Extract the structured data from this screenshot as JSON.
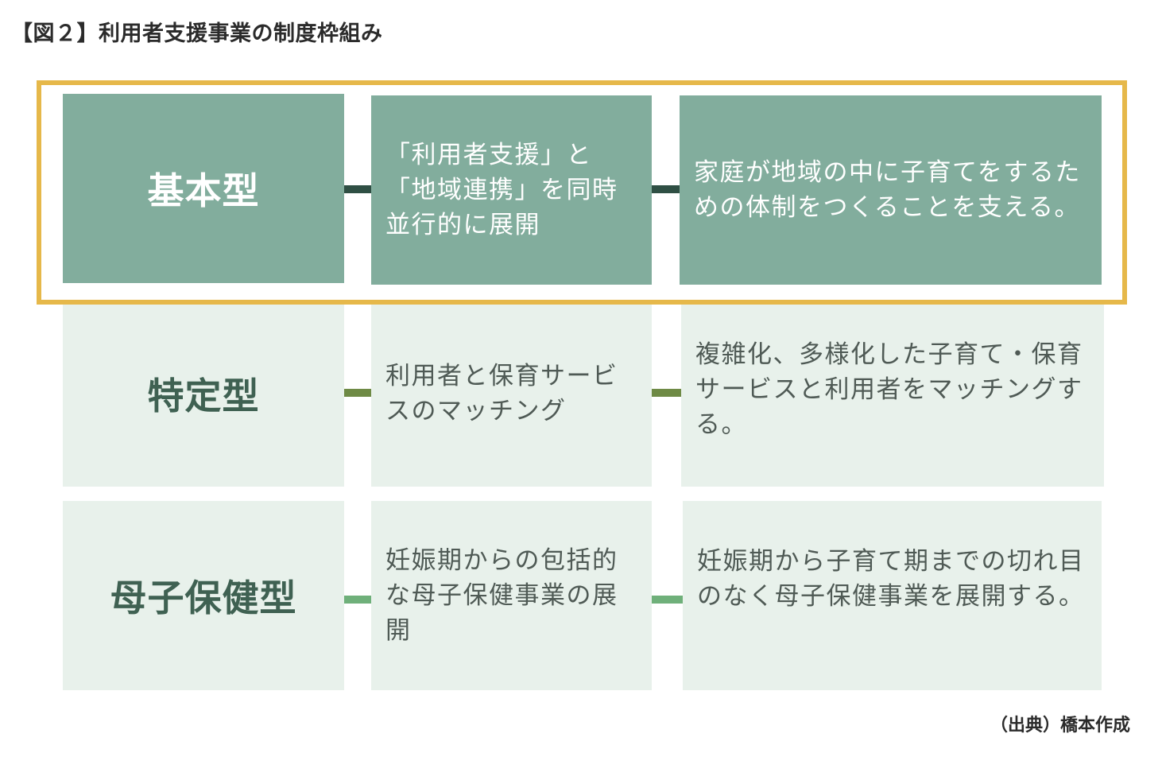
{
  "title": "【図２】利用者支援事業の制度枠組み",
  "source": "（出典）橋本作成",
  "colors": {
    "highlight_border": "#e6b84a",
    "basic_fill": "#82ad9d",
    "light_fill": "#e8f1eb",
    "connector_basic": "#2f4f44",
    "connector_specific": "#6e8a45",
    "connector_maternal": "#6fb07a"
  },
  "rows": [
    {
      "name": "基本型",
      "summary": "「利用者支援」と「地域連携」を同時並行的に展開",
      "description": "家庭が地域の中に子育てをするための体制をつくることを支える。",
      "highlighted": true
    },
    {
      "name": "特定型",
      "summary": "利用者と保育サービスのマッチング",
      "description": "複雑化、多様化した子育て・保育サービスと利用者をマッチングする。",
      "highlighted": false
    },
    {
      "name": "母子保健型",
      "summary": "妊娠期からの包括的な母子保健事業の展開",
      "description": "妊娠期から子育て期までの切れ目のなく母子保健事業を展開する。",
      "highlighted": false
    }
  ]
}
